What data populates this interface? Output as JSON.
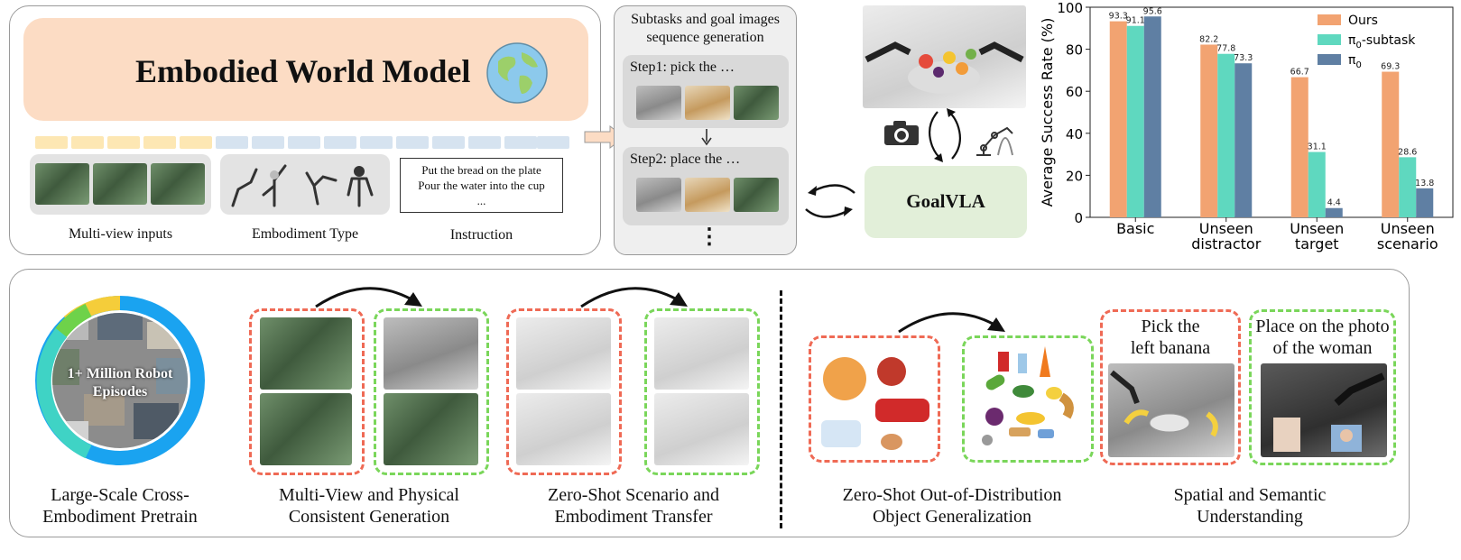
{
  "top_left": {
    "title": "Embodied World Model",
    "labels": {
      "multiview": "Multi-view inputs",
      "embodiment": "Embodiment Type",
      "instruction": "Instruction"
    },
    "instruction_lines": [
      "Put the bread on the plate",
      "Pour the water into the cup",
      "..."
    ]
  },
  "sequence": {
    "title": "Subtasks and goal images sequence generation",
    "step1": "Step1: pick the …",
    "step2": "Step2: place the …",
    "dots": "⋮"
  },
  "goalvla": {
    "label": "GoalVLA"
  },
  "chart_data": {
    "type": "bar",
    "categories": [
      "Basic",
      "Unseen distractor",
      "Unseen target",
      "Unseen scenario"
    ],
    "category_lines": [
      [
        "Basic"
      ],
      [
        "Unseen",
        "distractor"
      ],
      [
        "Unseen",
        "target"
      ],
      [
        "Unseen",
        "scenario"
      ]
    ],
    "series": [
      {
        "name": "Ours",
        "color": "#f2a371",
        "values": [
          93.3,
          82.2,
          66.7,
          69.3
        ]
      },
      {
        "name": "π0-subtask",
        "color": "#5fd8bf",
        "values": [
          91.1,
          77.8,
          31.1,
          28.6
        ]
      },
      {
        "name": "π0",
        "color": "#5f7fa3",
        "values": [
          95.6,
          73.3,
          4.4,
          13.8
        ]
      }
    ],
    "legend_labels": [
      {
        "main": "Ours",
        "sub": "",
        "suffix": ""
      },
      {
        "main": "π",
        "sub": "0",
        "suffix": "-subtask"
      },
      {
        "main": "π",
        "sub": "0",
        "suffix": ""
      }
    ],
    "ylabel": "Average Success Rate (%)",
    "ylim": [
      0,
      100
    ],
    "yticks": [
      0,
      20,
      40,
      60,
      80,
      100
    ],
    "legend_position": "top-right",
    "grid": false
  },
  "bottom": {
    "pretrain_label": "1+ Million Robot Episodes",
    "captions": {
      "pretrain": [
        "Large-Scale Cross-",
        "Embodiment Pretrain"
      ],
      "multiview": [
        "Multi-View and Physical",
        "Consistent Generation"
      ],
      "zeroshot": [
        "Zero-Shot Scenario and",
        "Embodiment Transfer"
      ],
      "ood": [
        "Zero-Shot Out-of-Distribution",
        "Object Generalization"
      ],
      "spatial": [
        "Spatial and Semantic",
        "Understanding"
      ]
    },
    "pick_text": [
      "Pick the",
      "left banana"
    ],
    "place_text": [
      "Place on the photo",
      "of the woman"
    ]
  },
  "colors": {
    "title_bg": "#fcdcc4",
    "goalvla_bg": "#e2efd9",
    "red_dash": "#ef6a55",
    "green_dash": "#7ad65a",
    "ring_blue": "#1aa3f0",
    "ring_teal": "#3fd3c5",
    "ring_green": "#6ed24a",
    "ring_yellow": "#f5cd3a"
  },
  "icons": [
    "globe-icon",
    "camera-icon",
    "robot-arm-icon",
    "cycle-arrows-icon",
    "swap-arrows-icon"
  ]
}
